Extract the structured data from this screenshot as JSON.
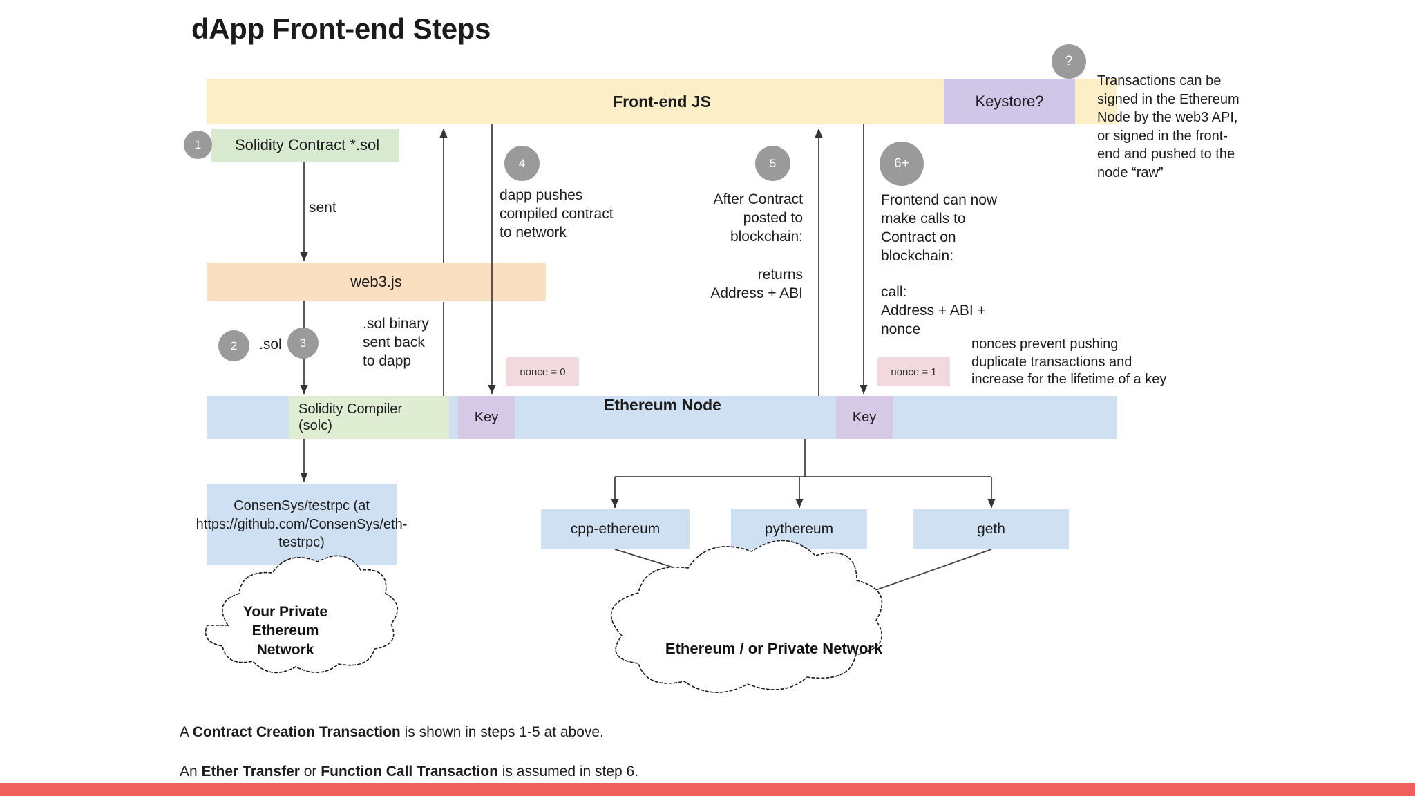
{
  "title": "dApp Front-end Steps",
  "lanes": {
    "frontend": "Front-end JS",
    "keystore": "Keystore?",
    "web3": "web3.js",
    "node": "Ethereum Node"
  },
  "boxes": {
    "solidity_contract": "Solidity Contract  *.sol",
    "solidity_compiler_line1": "Solidity Compiler",
    "solidity_compiler_line2": "(solc)",
    "key_left": "Key",
    "key_right": "Key",
    "testrpc": "ConsenSys/testrpc (at https://github.com/ConsenSys/eth-testrpc)"
  },
  "badges": {
    "step1": "1",
    "step2": "2",
    "step3": "3",
    "step4": "4",
    "step5": "5",
    "step6": "6+",
    "question": "?"
  },
  "labels": {
    "sent": "sent",
    "sol": ".sol",
    "sol_binary": ".sol binary\nsent back\nto dapp",
    "dapp_pushes": "dapp pushes\ncompiled contract\nto network",
    "after_contract": "After Contract\nposted to\nblockchain:",
    "returns": "returns\nAddress + ABI",
    "frontend_calls": "Frontend can now\nmake calls to\nContract on\nblockchain:",
    "call": "call:\nAddress + ABI +\nnonce",
    "nonces_note": "nonces prevent pushing\nduplicate transactions and\nincrease for the lifetime of a key",
    "transactions_note": "Transactions can be signed in the Ethereum Node by the web3 API, or signed in the front-end and pushed to the node “raw”"
  },
  "stickies": {
    "nonce0": "nonce = 0",
    "nonce1": "nonce = 1"
  },
  "clients": [
    {
      "label": "cpp-ethereum"
    },
    {
      "label": "pythereum"
    },
    {
      "label": "geth"
    }
  ],
  "clouds": {
    "private": "Your Private\nEthereum\nNetwork",
    "ethereum": "Ethereum / or Private Network"
  },
  "footer": {
    "line1_pre": "A ",
    "line1_bold": "Contract Creation Transaction",
    "line1_post": " is shown in steps 1-5 at above.",
    "line2_pre": "An ",
    "line2_bold1": "Ether Transfer",
    "line2_mid": " or ",
    "line2_bold2": "Function Call Transaction",
    "line2_post": " is assumed in step 6."
  },
  "colors": {
    "frontend_bar": "#fcefc7",
    "keystore_bar": "#cfc6e8",
    "web3_bar": "#fadfc0",
    "node_bar": "#cfe0f3",
    "contract_box": "#d7ead0",
    "solc_box": "#dfeed3",
    "key_box": "#d6c9e6",
    "sticky": "#f2d9dd",
    "badge": "#9a9a9a",
    "accent_bottom": "#f05f5c"
  }
}
